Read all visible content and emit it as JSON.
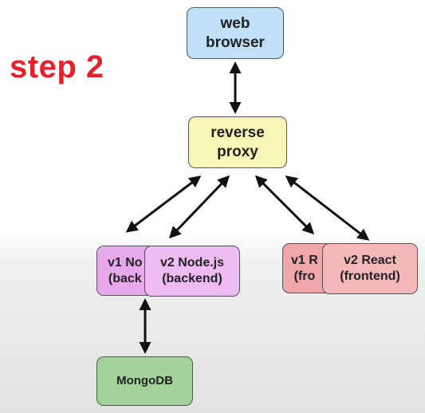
{
  "step_label": "step 2",
  "nodes": {
    "browser": "web\nbrowser",
    "proxy": "reverse\nproxy",
    "node_v1": "v1 No\n(back",
    "node_v2": "v2 Node.js\n(backend)",
    "react_v1": "v1 R\n(fro",
    "react_v2": "v2 React\n(frontend)",
    "mongo": "MongoDB"
  },
  "colors": {
    "browser": "#bfe0f7",
    "proxy": "#f7f6b6",
    "node_v1": "#e8a9ec",
    "node_v2": "#eebcf2",
    "react_v1": "#f0a6aa",
    "react_v2": "#f4b8bb",
    "mongo": "#a4d39a",
    "step_label": "#e8202a"
  }
}
